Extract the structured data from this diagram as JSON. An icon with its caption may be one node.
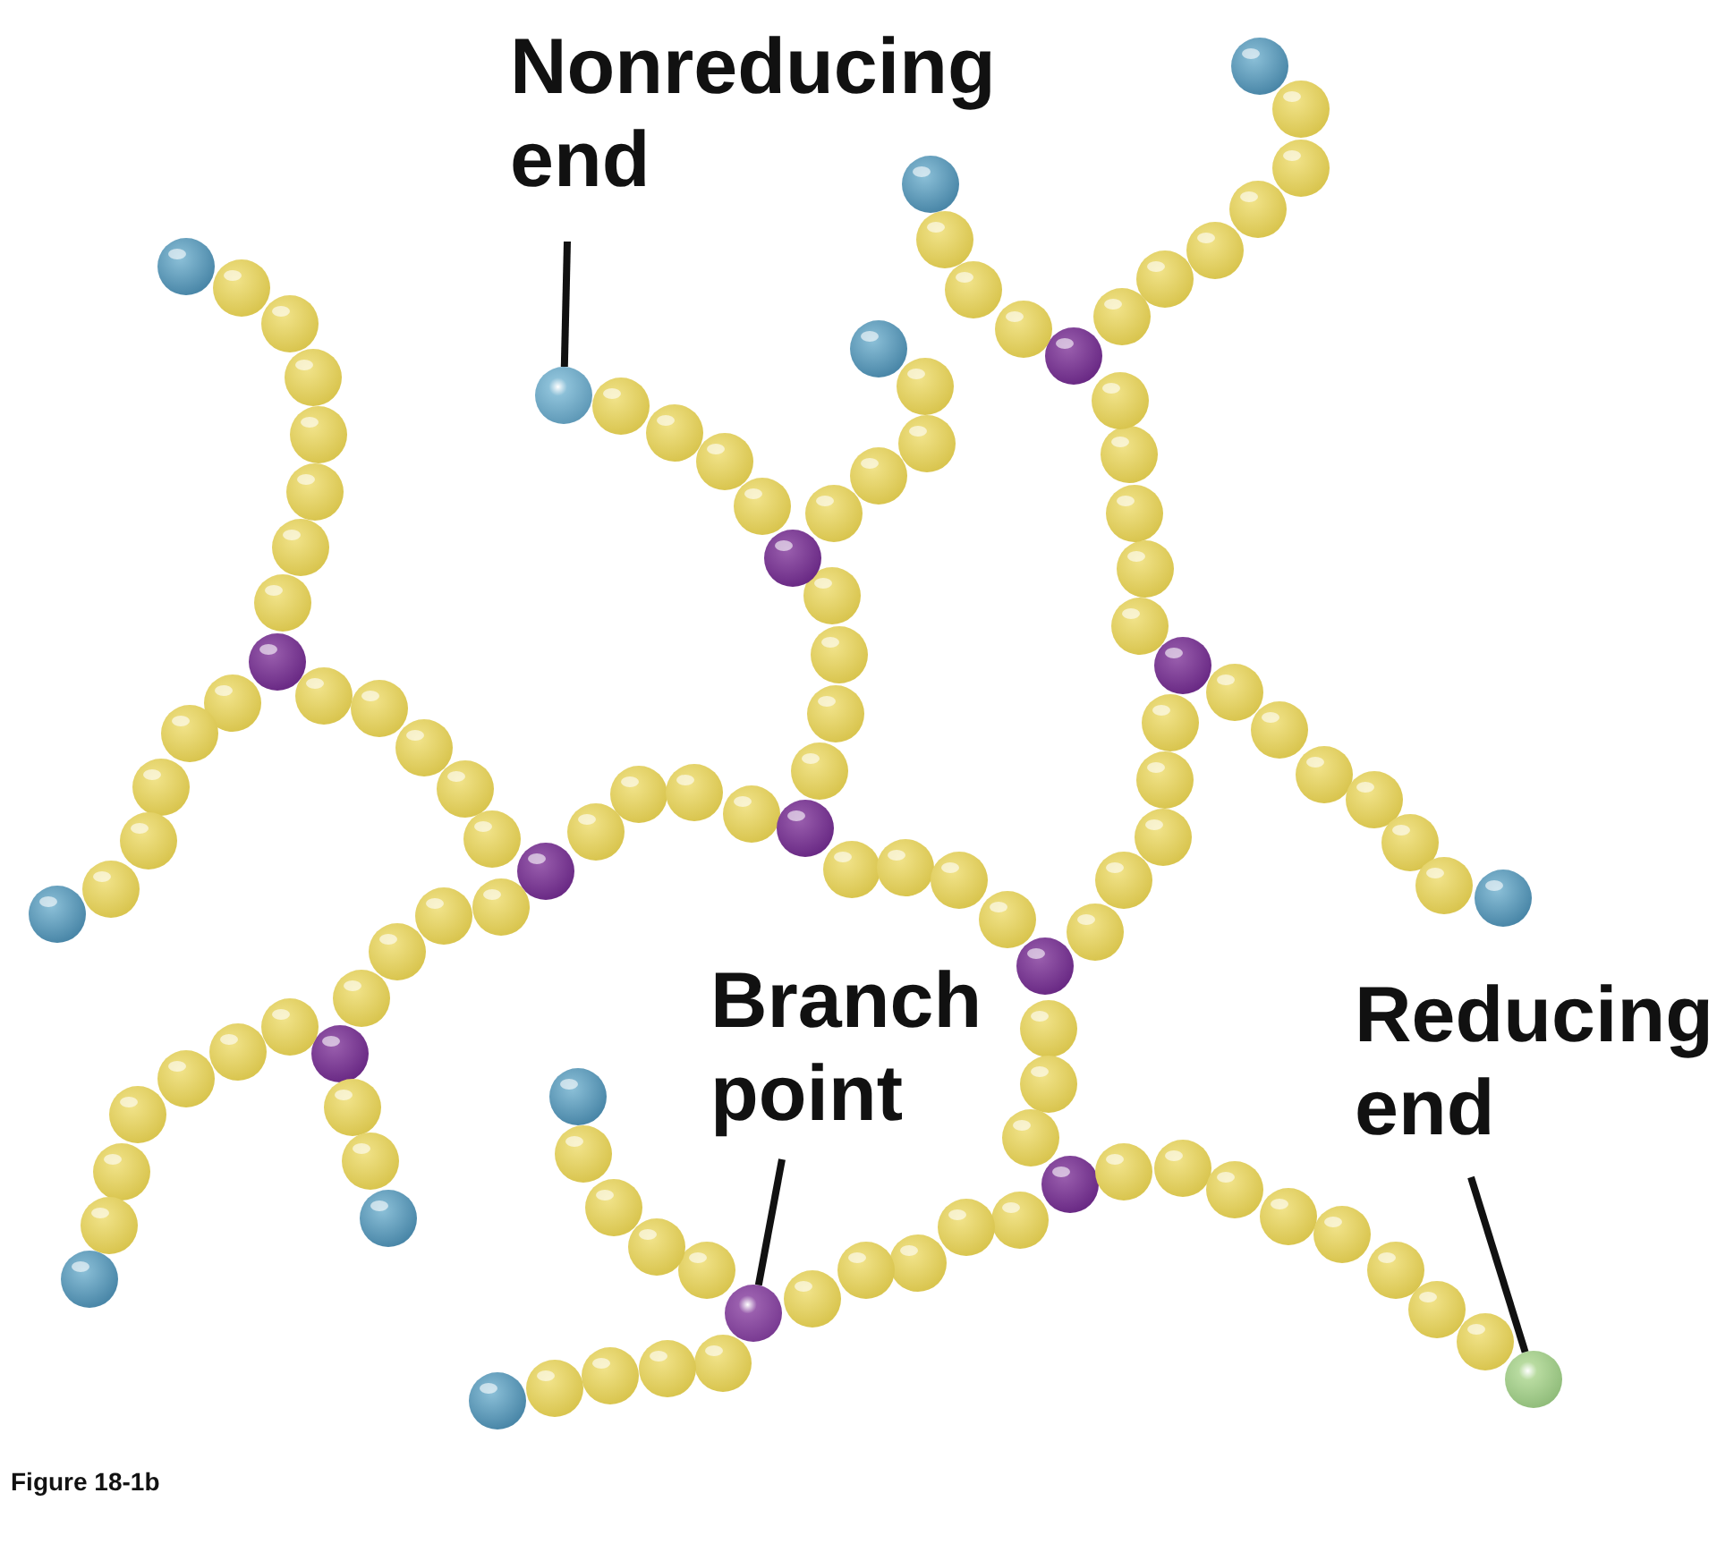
{
  "diagram": {
    "caption": "Figure 18-1b",
    "nodes": [
      {
        "text": [
          "Nonreducing end"
        ]
      },
      {
        "text": [],
        "shape": "circle"
      },
      {
        "text": [
          "Branch point"
        ]
      },
      {
        "text": [],
        "shape": "circle"
      },
      {
        "text": [
          "Reducing end"
        ]
      },
      {
        "text": [],
        "shape": "circle"
      }
    ],
    "edges": [
      {
        "from": 0,
        "to": 1,
        "arrow": "none"
      },
      {
        "from": 2,
        "to": 3,
        "arrow": "none"
      },
      {
        "from": 4,
        "to": 5,
        "arrow": "none"
      }
    ]
  }
}
